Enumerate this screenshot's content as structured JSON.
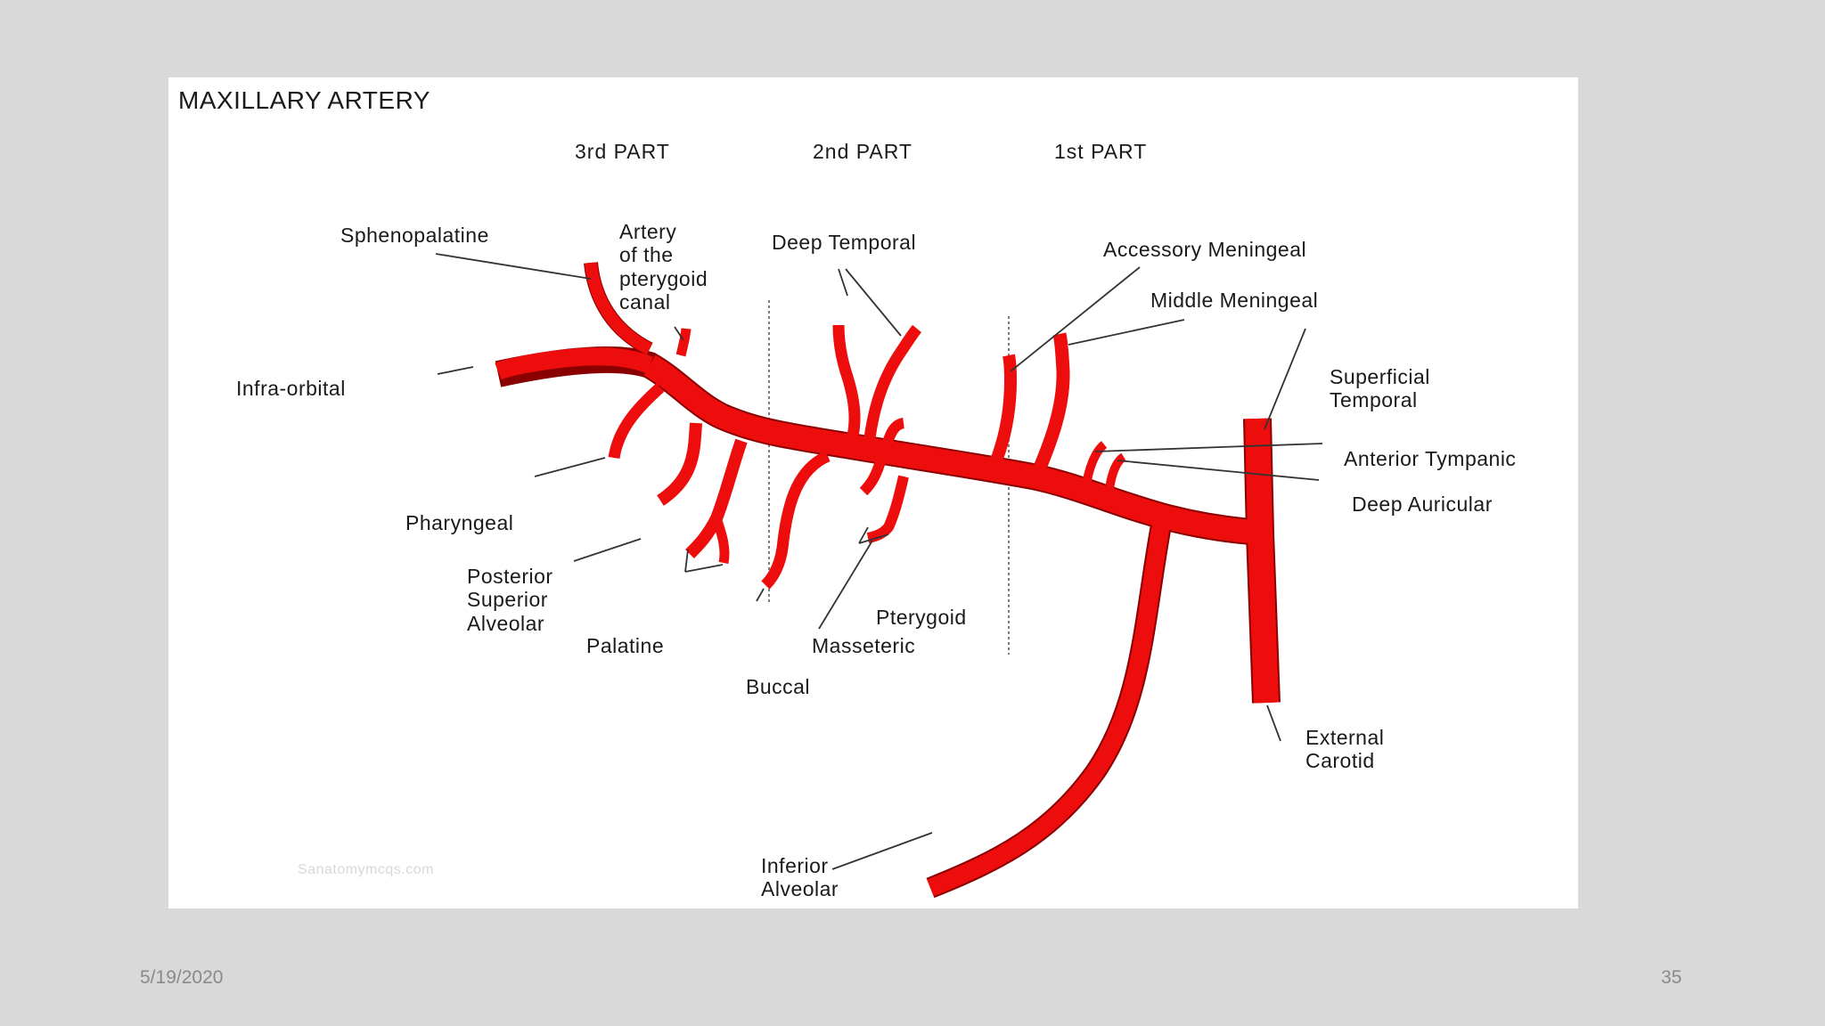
{
  "diagram": {
    "title": "MAXILLARY ARTERY",
    "parts": [
      "3rd PART",
      "2nd PART",
      "1st PART"
    ],
    "labels": {
      "sphenopalatine": "Sphenopalatine",
      "pterygoid_canal": [
        "Artery",
        "of the",
        "pterygoid",
        "canal"
      ],
      "deep_temporal": "Deep Temporal",
      "accessory_meningeal": "Accessory Meningeal",
      "middle_meningeal": "Middle Meningeal",
      "superficial_temporal": [
        "Superficial",
        "Temporal"
      ],
      "infra_orbital": "Infra-orbital",
      "anterior_tympanic": "Anterior Tympanic",
      "deep_auricular": "Deep Auricular",
      "pharyngeal": "Pharyngeal",
      "posterior_superior_alveolar": [
        "Posterior",
        "Superior",
        "Alveolar"
      ],
      "palatine": "Palatine",
      "buccal": "Buccal",
      "masseteric": "Masseteric",
      "pterygoid": "Pterygoid",
      "external_carotid": [
        "External",
        "Carotid"
      ],
      "inferior_alveolar": [
        "Inferior",
        "Alveolar"
      ]
    },
    "watermark": "Sanatomymcqs.com",
    "artery_color": "#ee0d0d"
  },
  "footer": {
    "date": "5/19/2020",
    "slide_number": "35"
  }
}
